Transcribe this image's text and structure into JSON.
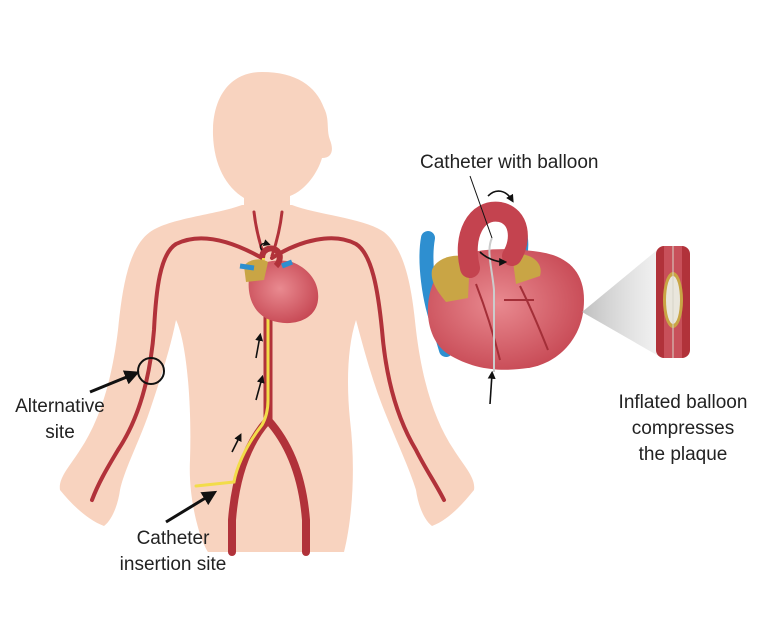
{
  "labels": {
    "catheter_with_balloon": "Catheter with balloon",
    "alternative_site": [
      "Alternative",
      "site"
    ],
    "catheter_insertion_site": [
      "Catheter",
      "insertion site"
    ],
    "inflated_balloon": [
      "Inflated balloon",
      "compresses",
      "the plaque"
    ]
  },
  "colors": {
    "skin": "#f8d3bf",
    "artery": "#b1323a",
    "heart": "#d9606a",
    "fat": "#c9a545",
    "vein": "#2e8fd0",
    "catheter": "#f2dc4a",
    "balloon": "#e9e6dc"
  }
}
